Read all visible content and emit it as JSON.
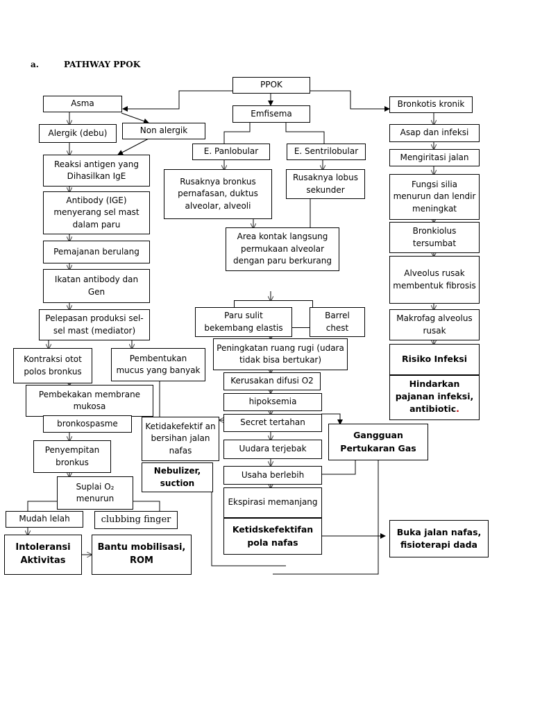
{
  "title": {
    "marker": "a.",
    "text": "PATHWAY PPOK"
  },
  "nodes": {
    "ppok": "PPOK",
    "asma": "Asma",
    "emfisema": "Emfisema",
    "bronkitis": "Bronkotis kronik",
    "alergik": "Alergik (debu)",
    "non_alergik": "Non alergik",
    "panlobular": "E. Panlobular",
    "sentrilobular": "E. Sentrilobular",
    "asap": "Asap dan infeksi",
    "reaksi": "Reaksi antigen yang Dihasilkan IgE",
    "rusak_bronkus": "Rusaknya bronkus pernafasan, duktus alveolar, alveoli",
    "rusak_lobus": "Rusaknya lobus sekunder",
    "mengiritasi": "Mengiritasi jalan",
    "antibody": "Antibody (IGE) menyerang sel mast dalam paru",
    "fungsi_silia": "Fungsi silia menurun dan lendir meningkat",
    "area_kontak": "Area kontak langsung permukaan alveolar dengan paru berkurang",
    "bronkiolus": "Bronkiolus tersumbat",
    "pemajanan": "Pemajanan berulang",
    "alveolus": "Alveolus rusak membentuk fibrosis",
    "ikatan": "Ikatan antibody dan Gen",
    "pelepasan": "Pelepasan produksi sel-sel mast (mediator)",
    "paru_sulit": "Paru sulit bekembang elastis",
    "barrel": "Barrel chest",
    "makrofag": "Makrofag alveolus rusak",
    "peningkatan": "Peningkatan ruang rugi (udara tidak bisa bertukar)",
    "risiko": "Risiko Infeksi",
    "kontraksi": "Kontraksi otot polos bronkus",
    "pembentukan": "Pembentukan mucus yang banyak",
    "kerusakan": "Kerusakan difusi O2",
    "hindarkan": "Hindarkan pajanan infeksi, antibiotic",
    "hindarkan_dot": ".",
    "pembekakan": "Pembekakan membrane mukosa",
    "hipoksemia": "hipoksemia",
    "bronkospasme": "bronkospasme",
    "ketidakefektif": "Ketidakefektif an bersihan jalan nafas",
    "secret": "Secret tertahan",
    "gangguan": "Gangguan Pertukaran Gas",
    "penyempitan": "Penyempitan bronkus",
    "uudara": "Uudara terjebak",
    "nebulizer": "Nebulizer, suction",
    "suplai": "Suplai O₂ menurun",
    "usaha": "Usaha berlebih",
    "ekspirasi": "Ekspirasi memanjang",
    "mudah_lelah": "Mudah lelah",
    "clubbing": "clubbing finger",
    "ketidskefektifan": "Ketidskefektifan pola nafas",
    "buka": "Buka jalan nafas, fisioterapi dada",
    "intoleransi": "Intoleransi Aktivitas",
    "bantu": "Bantu mobilisasi, ROM"
  }
}
